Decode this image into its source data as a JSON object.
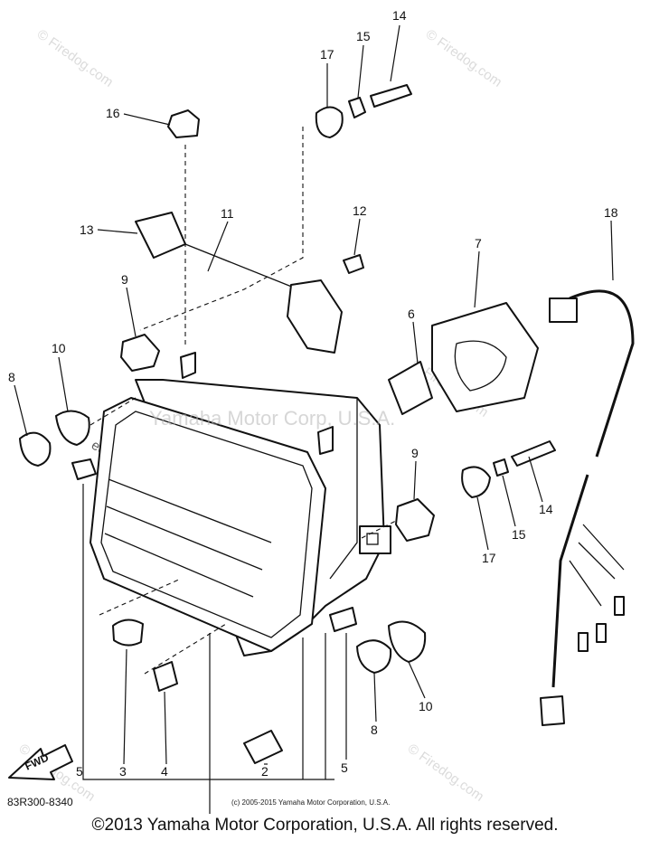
{
  "diagram": {
    "part_code": "83R300-8340",
    "small_copyright": "(c) 2005-2015 Yamaha Motor Corporation, U.S.A.",
    "footer_copyright": "©2013 Yamaha Motor Corporation, U.S.A. All rights reserved.",
    "watermark_main": "Yamaha Motor Corp, U.S.A.",
    "watermark_site": "© Firedog.com",
    "watermark_partial": "edog.com",
    "fwd_label": "FWD",
    "callouts": {
      "c1": "14",
      "c2": "15",
      "c3": "17",
      "c4": "16",
      "c5": "11",
      "c6": "13",
      "c7": "12",
      "c8": "18",
      "c9": "7",
      "c10": "9",
      "c11": "6",
      "c12": "10",
      "c13": "8",
      "c14": "9",
      "c15": "14",
      "c16": "15",
      "c17": "17",
      "c18": "10",
      "c19": "8",
      "c20": "5",
      "c21": "3",
      "c22": "4",
      "c23": "2",
      "c24": "5"
    }
  }
}
